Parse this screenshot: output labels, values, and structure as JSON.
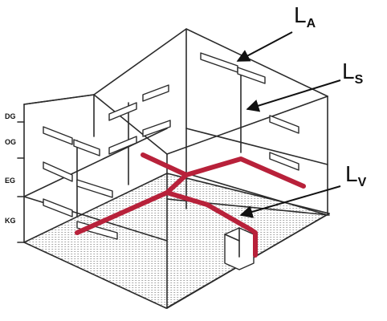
{
  "labels": {
    "la": {
      "main": "L",
      "sub": "A"
    },
    "ls": {
      "main": "L",
      "sub": "S"
    },
    "lv": {
      "main": "L",
      "sub": "V"
    }
  },
  "floors": [
    "DG",
    "OG",
    "EG",
    "KG"
  ],
  "colors": {
    "pipe": "#b8213a",
    "lines": "#2b2b2b",
    "floor_hatch": "#9a9a9a"
  }
}
